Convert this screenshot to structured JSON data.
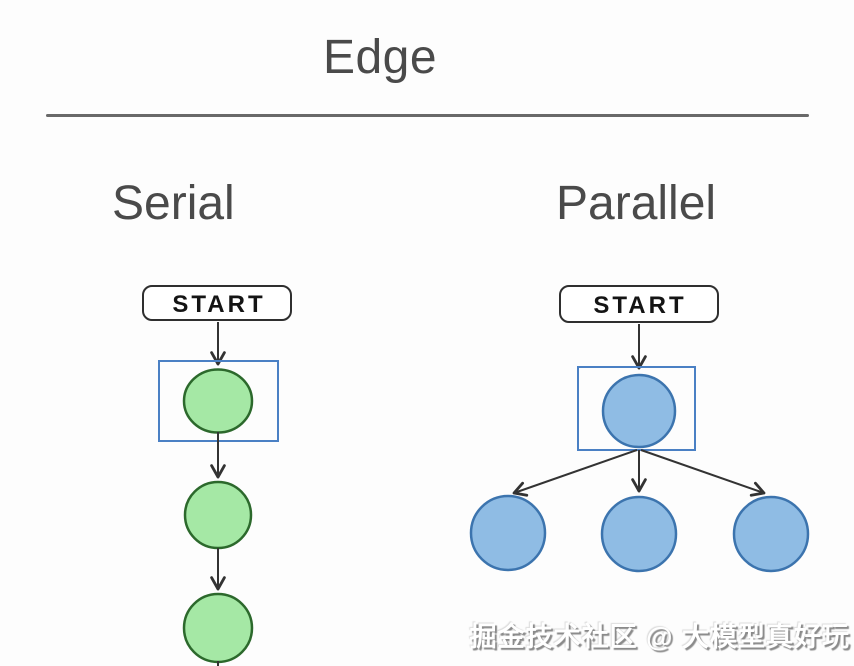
{
  "title": "Edge",
  "sections": {
    "serial": {
      "heading": "Serial",
      "start_label": "START",
      "node_count": 3,
      "structure": "start -> node1 (highlighted) -> node2 -> node3",
      "node_color_name": "green"
    },
    "parallel": {
      "heading": "Parallel",
      "start_label": "START",
      "branch_count": 3,
      "structure": "start -> node1 (highlighted) -> [branch1, branch2, branch3]",
      "node_color_name": "blue"
    }
  },
  "watermark": "掘金技术社区 @ 大模型真好玩",
  "colors": {
    "background": "#fdfdfd",
    "heading_text": "#4a4a4a",
    "divider": "#696969",
    "stroke": "#333333",
    "start_box_fill": "#ffffff",
    "start_box_border": "#2f2f2f",
    "start_text": "#141414",
    "selection_border": "#4a80c4",
    "serial_node_fill": "#a5e8a5",
    "serial_node_border": "#2c692c",
    "parallel_node_fill": "#8fbce4",
    "parallel_node_border": "#3c74ae",
    "watermark_text": "#ffffff",
    "watermark_shadow": "#8a8a8a"
  }
}
